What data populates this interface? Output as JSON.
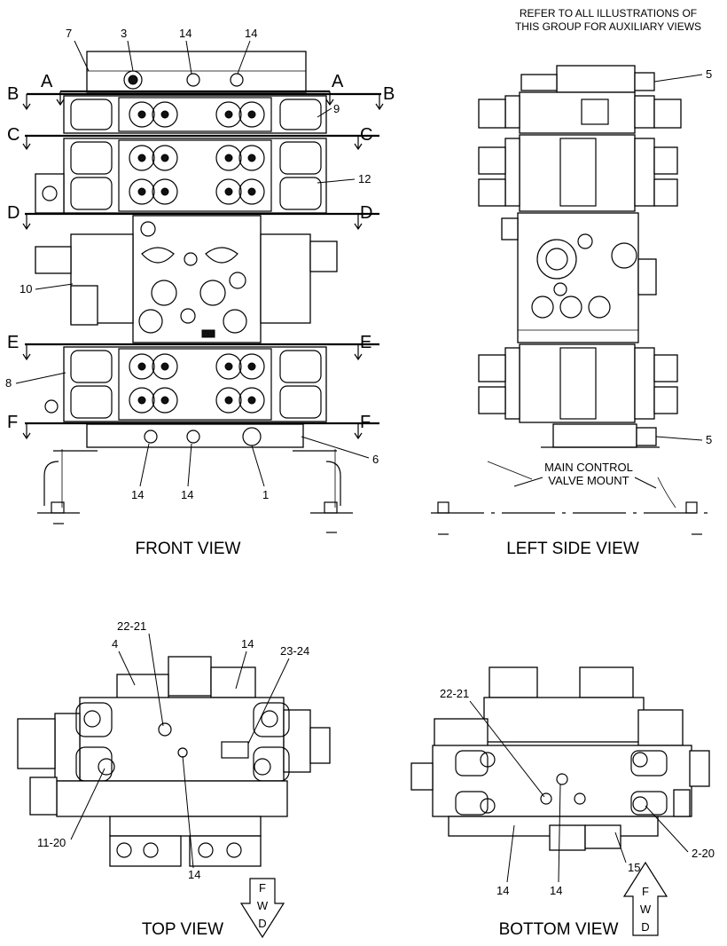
{
  "note": {
    "line1": "REFER TO ALL ILLUSTRATIONS OF",
    "line2": "THIS GROUP FOR AUXILIARY VIEWS"
  },
  "views": {
    "front": "FRONT VIEW",
    "left": "LEFT SIDE VIEW",
    "top": "TOP VIEW",
    "bottom": "BOTTOM VIEW"
  },
  "mount_label": {
    "line1": "MAIN CONTROL",
    "line2": "VALVE MOUNT"
  },
  "sections": [
    "A",
    "B",
    "C",
    "D",
    "E",
    "F"
  ],
  "fwd_letters": [
    "F",
    "W",
    "D"
  ],
  "callouts": {
    "front": [
      "7",
      "3",
      "14",
      "14",
      "9",
      "12",
      "10",
      "8",
      "6",
      "14",
      "14",
      "1"
    ],
    "left": [
      "5",
      "5"
    ],
    "top": [
      "22-21",
      "4",
      "14",
      "23-24",
      "11-20",
      "14"
    ],
    "bottom": [
      "22-21",
      "14",
      "14",
      "15",
      "2-20"
    ]
  }
}
